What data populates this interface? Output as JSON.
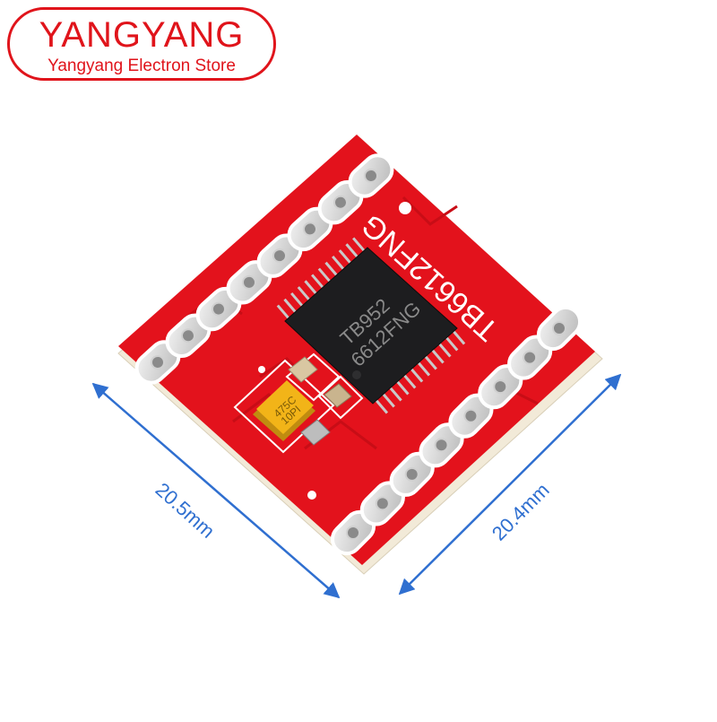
{
  "brand": {
    "name": "YANGYANG",
    "store": "Yangyang Electron Store",
    "color": "#e0141b"
  },
  "product": {
    "board_label": "TB6612FNG",
    "chip_line1": "TB952",
    "chip_line2": "6612FNG",
    "capacitor_line1": "475C",
    "capacitor_line2": "10PI",
    "board_color": "#e3121c",
    "chip_color": "#1d1d1f",
    "capacitor_color": "#f2b418"
  },
  "dimensions": {
    "left": "20.5mm",
    "right": "20.4mm",
    "arrow_color": "#2f6fd0"
  }
}
